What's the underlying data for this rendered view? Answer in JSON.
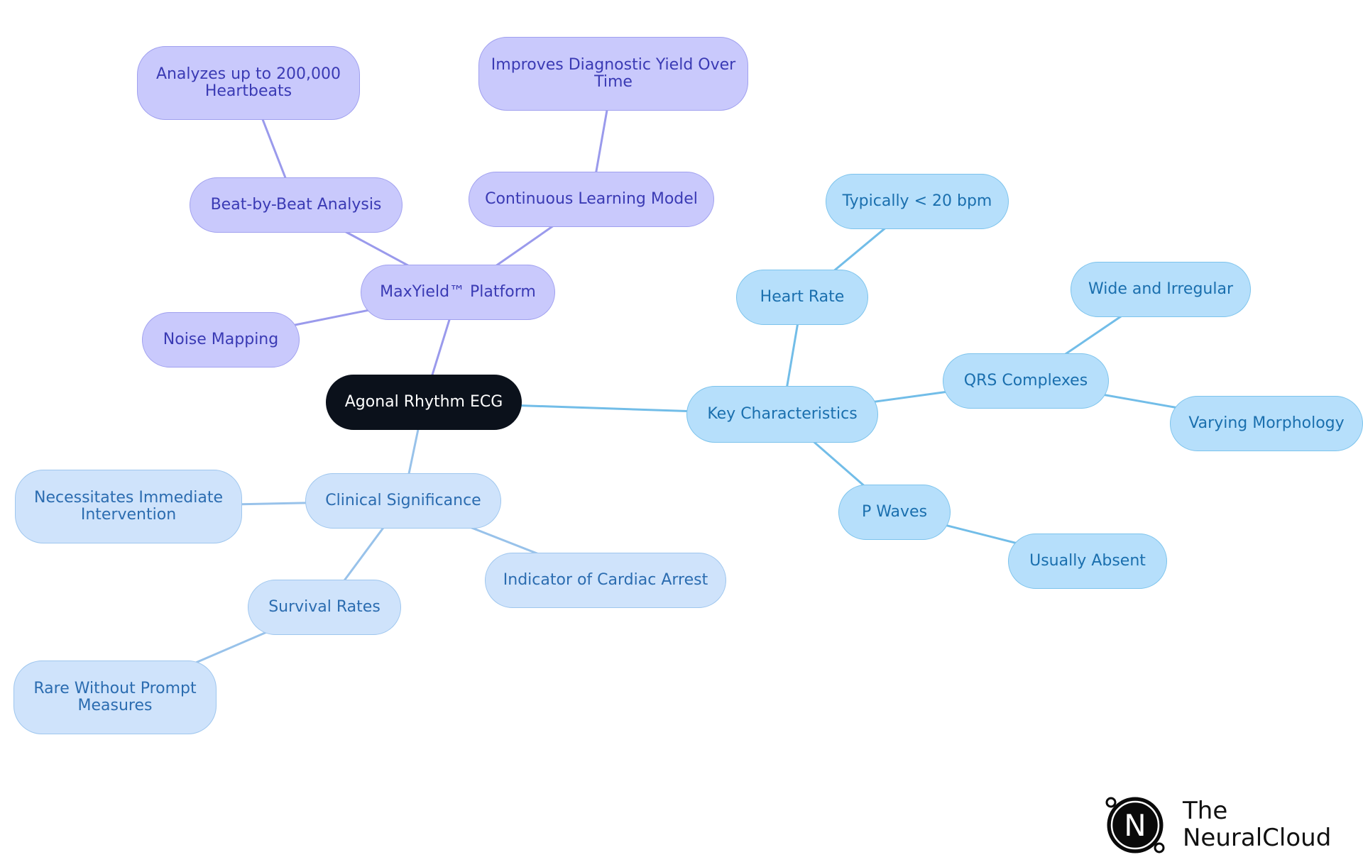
{
  "diagram": {
    "type": "mind-map",
    "root": {
      "id": "root",
      "label": "Agonal Rhythm ECG"
    },
    "nodes": [
      {
        "id": "root",
        "label": "Agonal Rhythm ECG",
        "style": "root"
      },
      {
        "id": "maxyield",
        "label": "MaxYield™ Platform",
        "style": "purple",
        "parent": "root"
      },
      {
        "id": "beat",
        "label": "Beat-by-Beat Analysis",
        "style": "purple",
        "parent": "maxyield"
      },
      {
        "id": "analyzes",
        "label": "Analyzes up to 200,000\nHeartbeats",
        "style": "purple",
        "parent": "beat"
      },
      {
        "id": "learning",
        "label": "Continuous Learning Model",
        "style": "purple",
        "parent": "maxyield"
      },
      {
        "id": "improves",
        "label": "Improves Diagnostic Yield Over\nTime",
        "style": "purple",
        "parent": "learning"
      },
      {
        "id": "noise",
        "label": "Noise Mapping",
        "style": "purple",
        "parent": "maxyield"
      },
      {
        "id": "keychar",
        "label": "Key Characteristics",
        "style": "sky",
        "parent": "root"
      },
      {
        "id": "heartrate",
        "label": "Heart Rate",
        "style": "sky",
        "parent": "keychar"
      },
      {
        "id": "typically",
        "label": "Typically < 20 bpm",
        "style": "sky",
        "parent": "heartrate"
      },
      {
        "id": "qrs",
        "label": "QRS Complexes",
        "style": "sky",
        "parent": "keychar"
      },
      {
        "id": "wide",
        "label": "Wide and Irregular",
        "style": "sky",
        "parent": "qrs"
      },
      {
        "id": "varying",
        "label": "Varying Morphology",
        "style": "sky",
        "parent": "qrs"
      },
      {
        "id": "pwaves",
        "label": "P Waves",
        "style": "sky",
        "parent": "keychar"
      },
      {
        "id": "absent",
        "label": "Usually Absent",
        "style": "sky",
        "parent": "pwaves"
      },
      {
        "id": "clinical",
        "label": "Clinical Significance",
        "style": "pale",
        "parent": "root"
      },
      {
        "id": "necessitates",
        "label": "Necessitates Immediate\nIntervention",
        "style": "pale",
        "parent": "clinical"
      },
      {
        "id": "survival",
        "label": "Survival Rates",
        "style": "pale",
        "parent": "clinical"
      },
      {
        "id": "rare",
        "label": "Rare Without Prompt\nMeasures",
        "style": "pale",
        "parent": "survival"
      },
      {
        "id": "indicator",
        "label": "Indicator of Cardiac Arrest",
        "style": "pale",
        "parent": "clinical"
      }
    ]
  },
  "colors": {
    "root_fill": "#0b111b",
    "purple_fill": "#c9c9fc",
    "purple_edge": "#9a9aec",
    "sky_fill": "#b6dffb",
    "sky_edge": "#72bde8",
    "pale_fill": "#cfe3fb",
    "pale_edge": "#98c2ea"
  },
  "logo": {
    "icon": "neuralcloud-logo-icon",
    "glyph": "N",
    "line1": "The",
    "line2": "NeuralCloud"
  }
}
